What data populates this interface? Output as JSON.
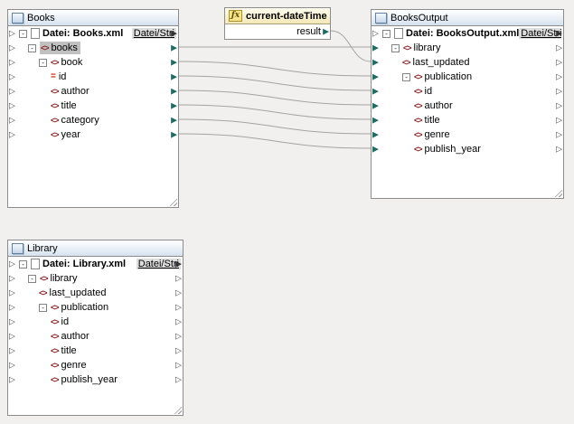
{
  "icons": {
    "tri_hollow": "▷",
    "tri_filled": "▶",
    "minus": "-",
    "element": "<>",
    "attribute": "=",
    "fx": "ƒx"
  },
  "function_box": {
    "title": "current-dateTime",
    "result_label": "result"
  },
  "components": {
    "books": {
      "title": "Books",
      "file_label": "Datei: Books.xml",
      "file_link": "Datei/Stri",
      "rows": [
        {
          "label": "books"
        },
        {
          "label": "book"
        },
        {
          "label": "id"
        },
        {
          "label": "author"
        },
        {
          "label": "title"
        },
        {
          "label": "category"
        },
        {
          "label": "year"
        }
      ]
    },
    "booksOutput": {
      "title": "BooksOutput",
      "file_label": "Datei: BooksOutput.xml",
      "file_link": "Datei/Stri",
      "rows": [
        {
          "label": "library"
        },
        {
          "label": "last_updated"
        },
        {
          "label": "publication"
        },
        {
          "label": "id"
        },
        {
          "label": "author"
        },
        {
          "label": "title"
        },
        {
          "label": "genre"
        },
        {
          "label": "publish_year"
        }
      ]
    },
    "library": {
      "title": "Library",
      "file_label": "Datei: Library.xml",
      "file_link": "Datei/Stri",
      "rows": [
        {
          "label": "library"
        },
        {
          "label": "last_updated"
        },
        {
          "label": "publication"
        },
        {
          "label": "id"
        },
        {
          "label": "author"
        },
        {
          "label": "title"
        },
        {
          "label": "genre"
        },
        {
          "label": "publish_year"
        }
      ]
    }
  },
  "connections": [
    {
      "from": "books.books",
      "to": "booksOutput.library"
    },
    {
      "from": "books.book",
      "to": "booksOutput.publication"
    },
    {
      "from": "books.id",
      "to": "booksOutput.id"
    },
    {
      "from": "books.author",
      "to": "booksOutput.author"
    },
    {
      "from": "books.title",
      "to": "booksOutput.title"
    },
    {
      "from": "books.category",
      "to": "booksOutput.genre"
    },
    {
      "from": "books.year",
      "to": "booksOutput.publish_year"
    },
    {
      "from": "function.result",
      "to": "booksOutput.last_updated"
    }
  ],
  "colors": {
    "wire": "#a3a3a3",
    "connected_connector": "#1e6b64",
    "element_icon": "#8b1f1f",
    "attribute_icon": "#cc2200",
    "selected_row": "#c0c0c0"
  }
}
